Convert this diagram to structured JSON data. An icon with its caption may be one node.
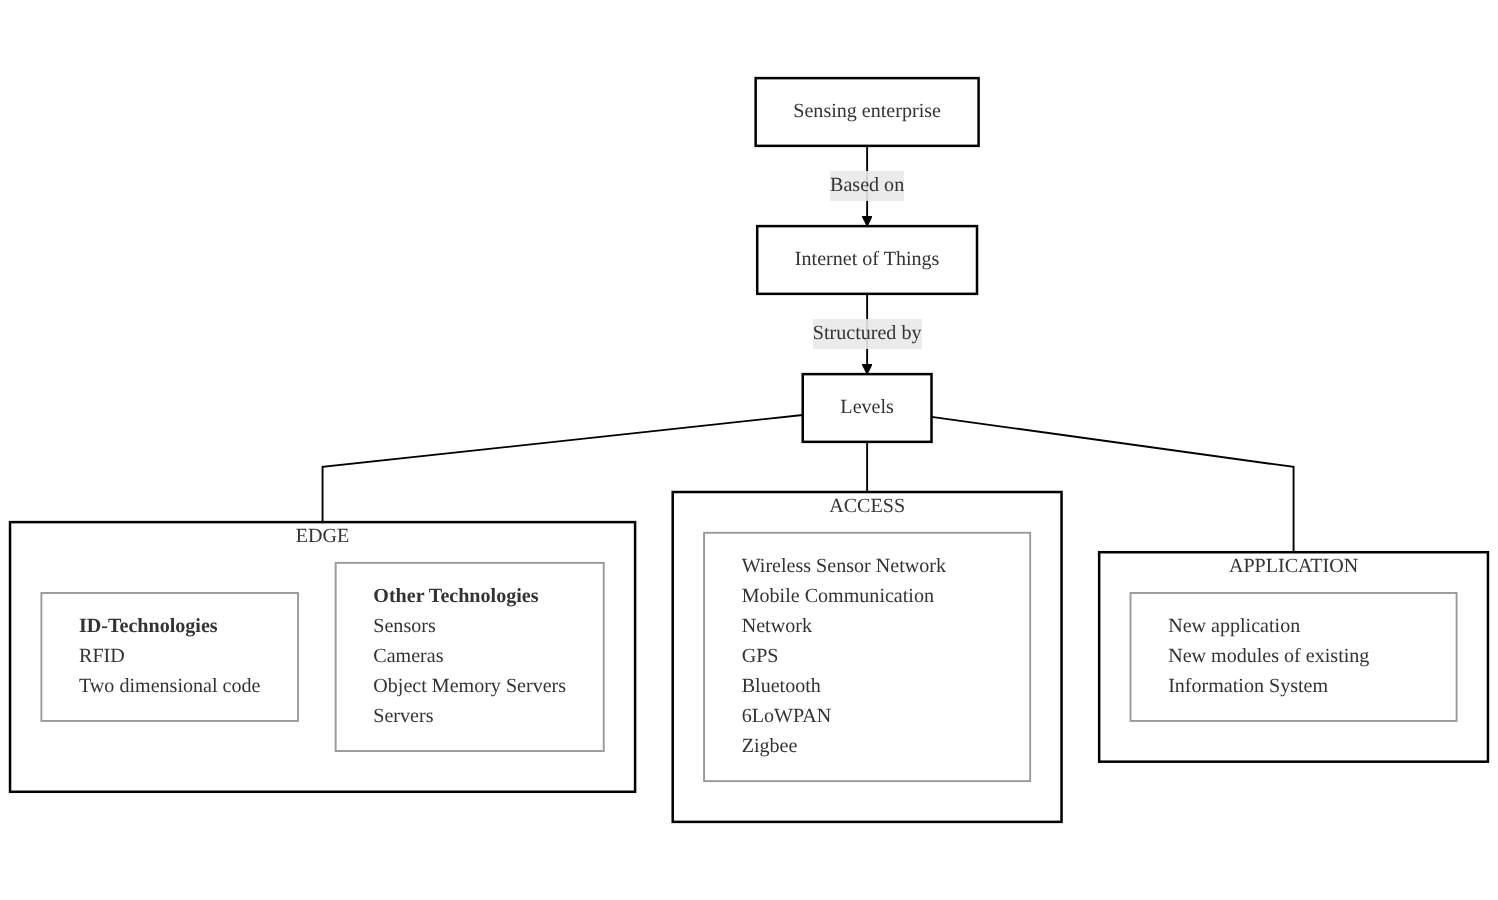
{
  "diagram": {
    "nodes": [
      {
        "text": [
          "Sensing enterprise"
        ]
      },
      {
        "text": [
          "Internet of Things"
        ]
      },
      {
        "text": [
          "Levels"
        ]
      },
      {
        "text": [
          "EDGE"
        ]
      },
      {
        "text": [
          "ID-Technologies",
          "RFID",
          "Two dimensional code"
        ],
        "in": 3
      },
      {
        "text": [
          "Other Technologies",
          "Sensors",
          "Cameras",
          "Object Memory Servers",
          "Servers"
        ],
        "in": 3
      },
      {
        "text": [
          "ACCESS"
        ]
      },
      {
        "text": [
          "Wireless Sensor Network",
          "Mobile Communication Network",
          "GPS",
          "Bluetooth",
          "6LoWPAN",
          "Zigbee"
        ],
        "in": 6
      },
      {
        "text": [
          "APPLICATION"
        ]
      },
      {
        "text": [
          "New application",
          "New modules of existing Information System"
        ],
        "in": 8
      }
    ],
    "edges": [
      {
        "from": 0,
        "to": 1,
        "arrow": "to",
        "label": "Based on"
      },
      {
        "from": 1,
        "to": 2,
        "arrow": "to",
        "label": "Structured by"
      },
      {
        "from": 2,
        "to": 3,
        "arrow": "none"
      },
      {
        "from": 2,
        "to": 6,
        "arrow": "none"
      },
      {
        "from": 2,
        "to": 8,
        "arrow": "none"
      }
    ]
  }
}
